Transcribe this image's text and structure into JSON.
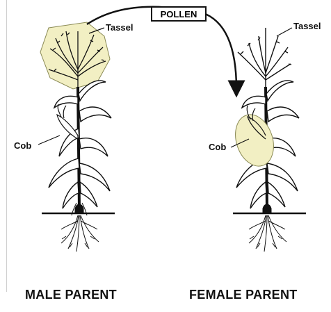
{
  "labels": {
    "pollen": "POLLEN",
    "tassel_male": "Tassel",
    "tassel_female": "Tassel",
    "cob_male": "Cob",
    "cob_female": "Cob",
    "male_parent": "MALE PARENT",
    "female_parent": "FEMALE PARENT"
  },
  "colors": {
    "highlight": "#f2efc3",
    "highlight_stroke": "#8a8a55",
    "ink": "#111111"
  }
}
